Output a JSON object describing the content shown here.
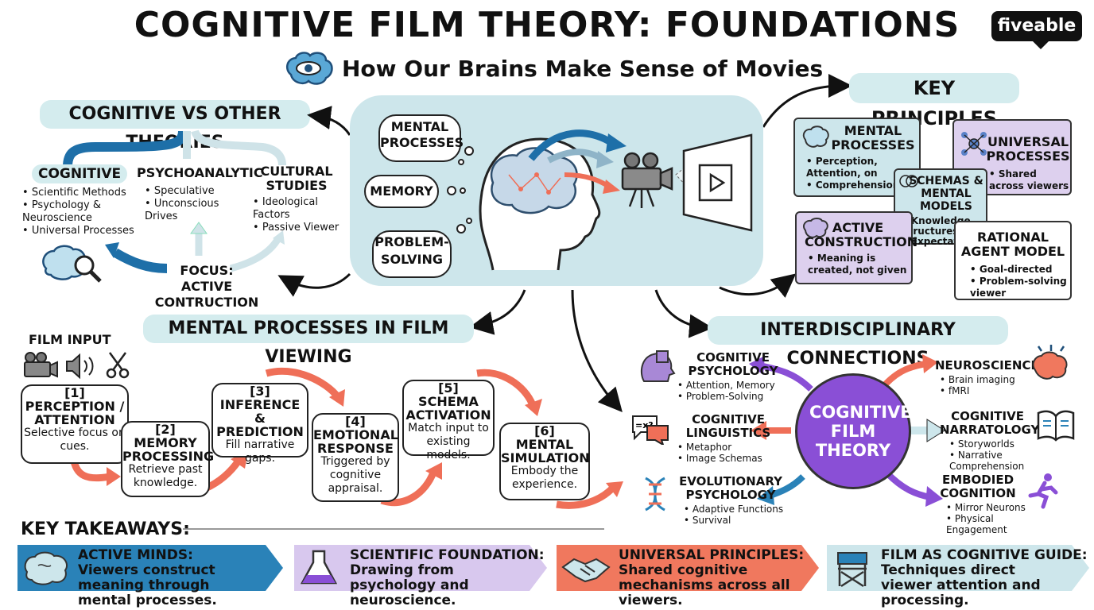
{
  "header": {
    "title": "COGNITIVE FILM THEORY: FOUNDATIONS",
    "subtitle": "How Our Brains Make Sense of Movies",
    "logo": "fiveable"
  },
  "compare": {
    "banner": "COGNITIVE VS OTHER THEORIES",
    "cognitive": {
      "title": "COGNITIVE",
      "items": [
        "Scientific Methods",
        "Psychology & Neuroscience",
        "Universal Processes"
      ]
    },
    "psychoanalytic": {
      "title": "PSYCHOANALYTIC",
      "items": [
        "Speculative",
        "Unconscious Drives"
      ]
    },
    "cultural": {
      "title_line1": "CULTURAL",
      "title_line2": "STUDIES",
      "items": [
        "Ideological Factors",
        "Passive Viewer"
      ]
    },
    "focus_line1": "FOCUS:",
    "focus_line2": "ACTIVE CONTRUCTION"
  },
  "hub": {
    "bubbles": [
      "MENTAL PROCESSES",
      "MEMORY",
      "PROBLEM-SOLVING"
    ]
  },
  "principles": {
    "banner": "KEY PRINCIPLES",
    "cards": [
      {
        "title": "MENTAL PROCESSES",
        "items": [
          "Perception, Attention, on",
          "Comprehension"
        ],
        "color": "#cde6eb"
      },
      {
        "title": "UNIVERSAL PROCESSES",
        "items": [
          "Shared across viewers"
        ],
        "color": "#ddd0ee"
      },
      {
        "title": "SCHEMAS & MENTAL MODELS",
        "items": [
          "Knowledge Structures",
          "Expectations"
        ],
        "color": "#cde6eb"
      },
      {
        "title": "ACTIVE CONSTRUCTION",
        "items": [
          "Meaning is created, not given"
        ],
        "color": "#ddd0ee"
      },
      {
        "title": "RATIONAL AGENT MODEL",
        "items": [
          "Goal-directed",
          "Problem-solving viewer"
        ],
        "color": "#ffffff"
      }
    ]
  },
  "processes": {
    "banner": "MENTAL PROCESSES IN FILM VIEWING",
    "film_input": "FILM INPUT",
    "steps": [
      {
        "num": "[1]",
        "title": "PERCEPTION / ATTENTION",
        "desc": "Selective focus on cues."
      },
      {
        "num": "[2]",
        "title": "MEMORY PROCESSING",
        "desc": "Retrieve past knowledge."
      },
      {
        "num": "[3]",
        "title": "INFERENCE & PREDICTION",
        "desc": "Fill narrative gaps."
      },
      {
        "num": "[4]",
        "title": "EMOTIONAL RESPONSE",
        "desc": "Triggered by cognitive appraisal."
      },
      {
        "num": "[5]",
        "title": "SCHEMA ACTIVATION",
        "desc": "Match input to existing models."
      },
      {
        "num": "[6]",
        "title": "MENTAL SIMULATION",
        "desc": "Embody the experience."
      }
    ]
  },
  "connections": {
    "banner": "INTERDISCIPLINARY CONNECTIONS",
    "center": "COGNITIVE FILM THEORY",
    "center_color": "#8a4fd6",
    "items": [
      {
        "title": "COGNITIVE PSYCHOLOGY",
        "items": [
          "Attention, Memory",
          "Problem-Solving"
        ]
      },
      {
        "title": "COGNITIVE LINGUISTICS",
        "items": [
          "Metaphor",
          "Image Schemas"
        ]
      },
      {
        "title": "EVOLUTIONARY PSYCHOLOGY",
        "items": [
          "Adaptive Functions",
          "Survival"
        ]
      },
      {
        "title": "NEUROSCIENCE",
        "items": [
          "Brain imaging",
          "fMRI"
        ]
      },
      {
        "title": "COGNITIVE NARRATOLOGY",
        "items": [
          "Storyworlds",
          "Narrative Comprehension"
        ]
      },
      {
        "title": "EMBODIED COGNITION",
        "items": [
          "Mirror Neurons",
          "Physical Engagement"
        ]
      }
    ]
  },
  "takeaways": {
    "heading": "KEY TAKEAWAYS:",
    "items": [
      {
        "title": "ACTIVE MINDS:",
        "desc": "Viewers construct meaning through mental processes.",
        "color": "#2a82b8"
      },
      {
        "title": "SCIENTIFIC FOUNDATION:",
        "desc": "Drawing from psychology and neuroscience.",
        "color": "#d8c8ee"
      },
      {
        "title": "UNIVERSAL PRINCIPLES:",
        "desc": "Shared cognitive mechanisms across all viewers.",
        "color": "#f0785e"
      },
      {
        "title": "FILM AS COGNITIVE GUIDE:",
        "desc": "Techniques direct viewer attention and processing.",
        "color": "#cde6eb"
      }
    ]
  }
}
